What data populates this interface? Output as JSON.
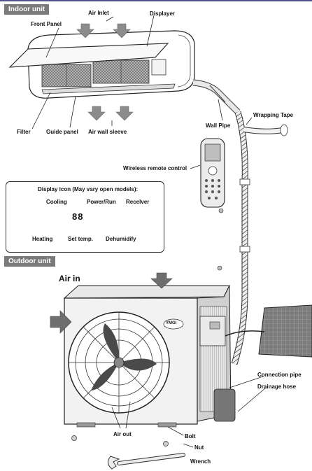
{
  "sections": {
    "indoor": "Indoor unit",
    "outdoor": "Outdoor unit"
  },
  "indoor_labels": {
    "air_inlet": "Air Inlet",
    "displayer": "Displayer",
    "front_panel": "Front Panel",
    "filter": "Filter",
    "guide_panel": "Guide panel",
    "air_wall_sleeve": "Air wall sleeve",
    "wall_pipe": "Wall Pipe",
    "wrapping_tape": "Wrapping Tape",
    "remote": "Wireless remote control"
  },
  "display_panel": {
    "title": "Display icon (May vary open models):",
    "cooling": "Cooling",
    "power_run": "Power/Run",
    "receiver": "Recelver",
    "heating": "Heating",
    "set_temp": "Set temp.",
    "dehumidify": "Dehumidify",
    "digits": "88"
  },
  "outdoor_labels": {
    "air_in": "Air in",
    "connection_pipe": "Connection pipe",
    "drainage_hose": "Drainage hose",
    "air_out": "Air out",
    "bolt": "Bolt",
    "nut": "Nut",
    "wrench": "Wrench"
  },
  "brand": "YMGI",
  "colors": {
    "header_bg": "#7a7a7a",
    "arrow": "#8c8c8c",
    "line": "#222222"
  }
}
